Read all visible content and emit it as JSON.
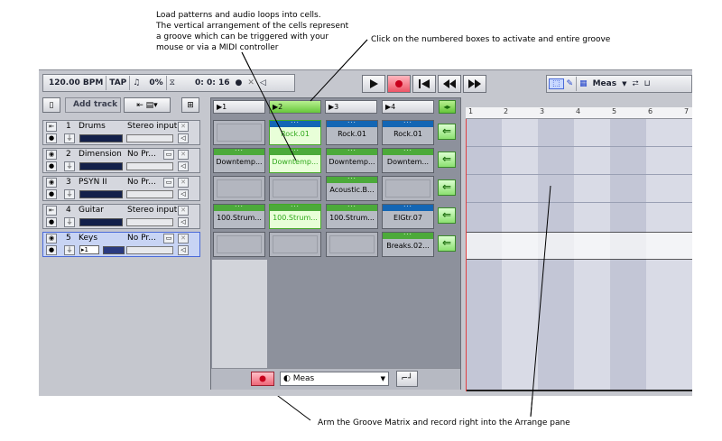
{
  "callouts": {
    "top": [
      "Load patterns and audio loops into cells.",
      "The vertical arrangement of the cells represent",
      "a groove which can be triggered with your",
      "mouse or via a MIDI controller"
    ],
    "right": "Click on the numbered boxes to activate and entire groove",
    "bottom": "Arm the Groove Matrix and record right into the Arrange pane"
  },
  "toolbar": {
    "tempo": "120.00 BPM",
    "tap": "TAP",
    "swing": "0%",
    "time": "0: 0: 16",
    "snap": "Meas"
  },
  "tracks_header": {
    "add_track": "Add track"
  },
  "tracks": [
    {
      "num": "1",
      "name": "Drums",
      "input": "Stereo input"
    },
    {
      "num": "2",
      "name": "Dimension",
      "input": "No Pr..."
    },
    {
      "num": "3",
      "name": "PSYN II",
      "input": "No Pr..."
    },
    {
      "num": "4",
      "name": "Guitar",
      "input": "Stereo input"
    },
    {
      "num": "5",
      "name": "Keys",
      "input": "No Pr...",
      "channel": "1"
    }
  ],
  "columns": [
    "1",
    "2",
    "3",
    "4"
  ],
  "cells": [
    [
      "",
      "Rock.01",
      "Rock.01",
      "Rock.01"
    ],
    [
      "Downtemp...",
      "Downtemp...",
      "Downtemp...",
      "Downtem..."
    ],
    [
      "",
      "",
      "Acoustic.B...",
      ""
    ],
    [
      "100.Strum...",
      "100.Strum...",
      "100.Strum...",
      "ElGtr.07"
    ],
    [
      "",
      "",
      "",
      "Breaks.02..."
    ]
  ],
  "matrix_footer": {
    "snap": "Meas"
  },
  "ruler": [
    "1",
    "2",
    "3",
    "4",
    "5",
    "6",
    "7"
  ],
  "colors": {
    "accent_green": "#66c63a",
    "cell_blue": "#1466b4",
    "cell_green": "#4caa3a",
    "record_red": "#d0102a"
  }
}
